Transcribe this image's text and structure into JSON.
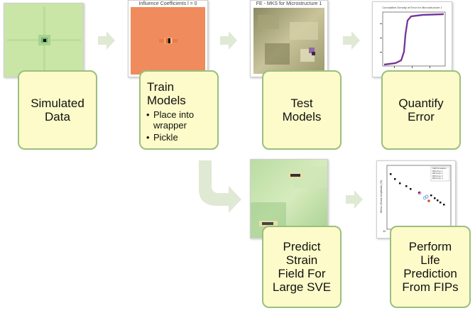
{
  "colors": {
    "card_fill": "#fdfbc9",
    "card_border": "#9bbf7e",
    "arrow": "#dfe9d4",
    "sim_bg": "#c9e6a6",
    "train_bg": "#ef8b5c"
  },
  "steps": {
    "simulated": {
      "lines": [
        "Simulated",
        "Data"
      ]
    },
    "train": {
      "lines": [
        "Train",
        "Models"
      ],
      "bullets": [
        "Place into",
        "wrapper",
        "Pickle"
      ]
    },
    "test": {
      "lines": [
        "Test",
        "Models"
      ]
    },
    "quantify": {
      "lines": [
        "Quantify",
        "Error"
      ]
    },
    "predict": {
      "lines": [
        "Predict",
        "Strain",
        "Field For",
        "Large SVE"
      ]
    },
    "perform": {
      "lines": [
        "Perform",
        "Life",
        "Prediction",
        "From FIPs"
      ]
    }
  },
  "thumbnails": {
    "train_caption": "Influence Coefficients l = 0",
    "test_caption": "FE - MKS for Microstructure 1",
    "quantify_caption": "Cumulative Density of Error for Microstructure 1",
    "perform_legend": [
      "FEM Simulation",
      "MKS Avg. 1",
      "MKS Avg. 2",
      "MKS Avg. 3",
      "MKS Avg. 4"
    ],
    "perform_ylabel": "Stress (Shear Amplitude) (%)",
    "perform_xlabel": "10"
  }
}
